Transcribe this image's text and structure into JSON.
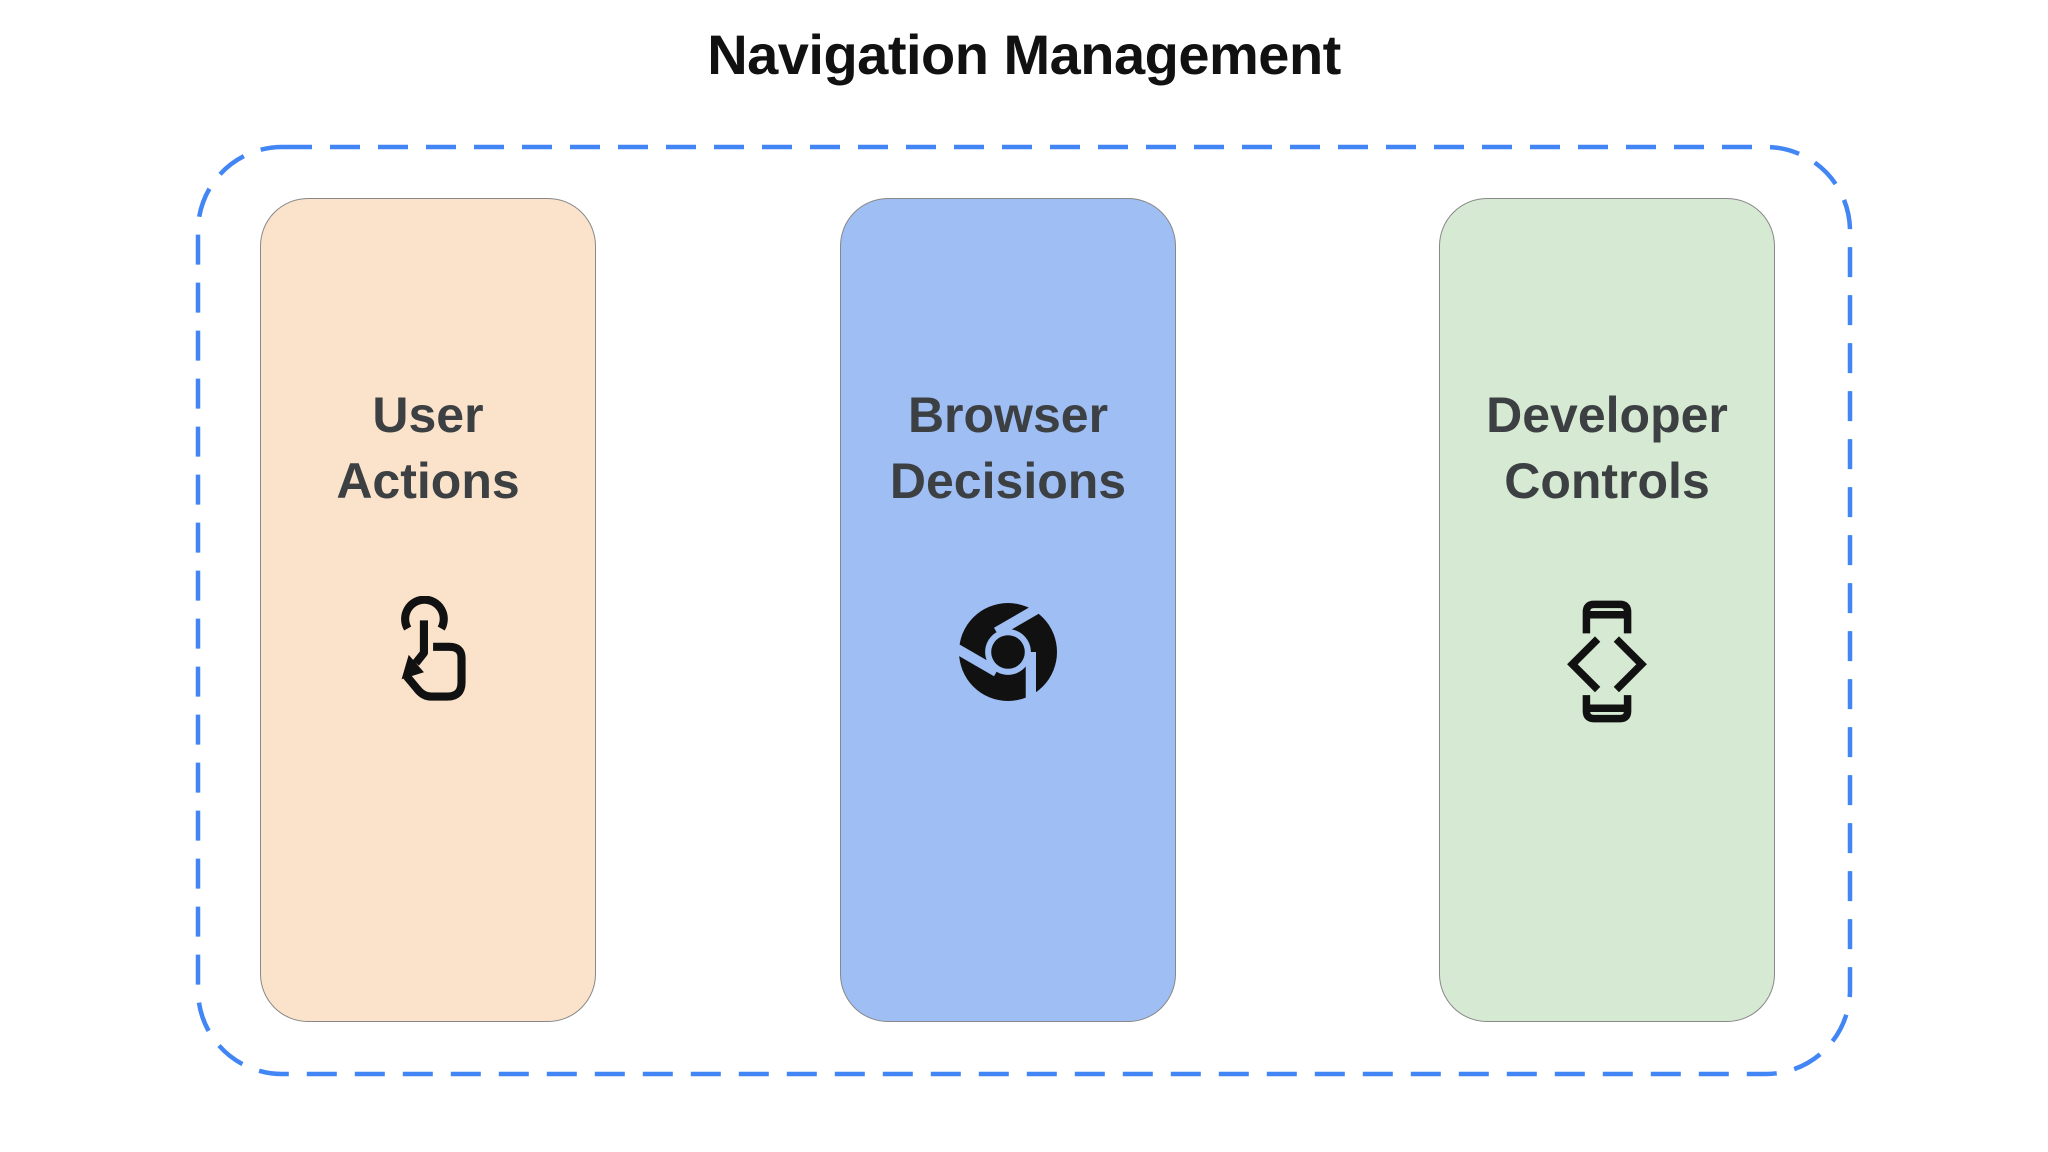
{
  "title": "Navigation Management",
  "boundary": {
    "style": "dashed",
    "color": "#4285F4"
  },
  "colors": {
    "background": "#ffffff",
    "title_text": "#111111",
    "card_label_text": "#3C4043",
    "card_border": "#888888",
    "icon": "#111111",
    "user_actions_bg": "#FAE3CA",
    "browser_decisions_bg": "#9FBEF3",
    "developer_controls_bg": "#D6E9D2"
  },
  "cards": [
    {
      "label": "User\nActions",
      "icon": "touch-gesture-icon",
      "bg": "#FAE3CA"
    },
    {
      "label": "Browser\nDecisions",
      "icon": "chrome-browser-icon",
      "bg": "#9FBEF3"
    },
    {
      "label": "Developer\nControls",
      "icon": "developer-mode-icon",
      "bg": "#D6E9D2"
    }
  ]
}
